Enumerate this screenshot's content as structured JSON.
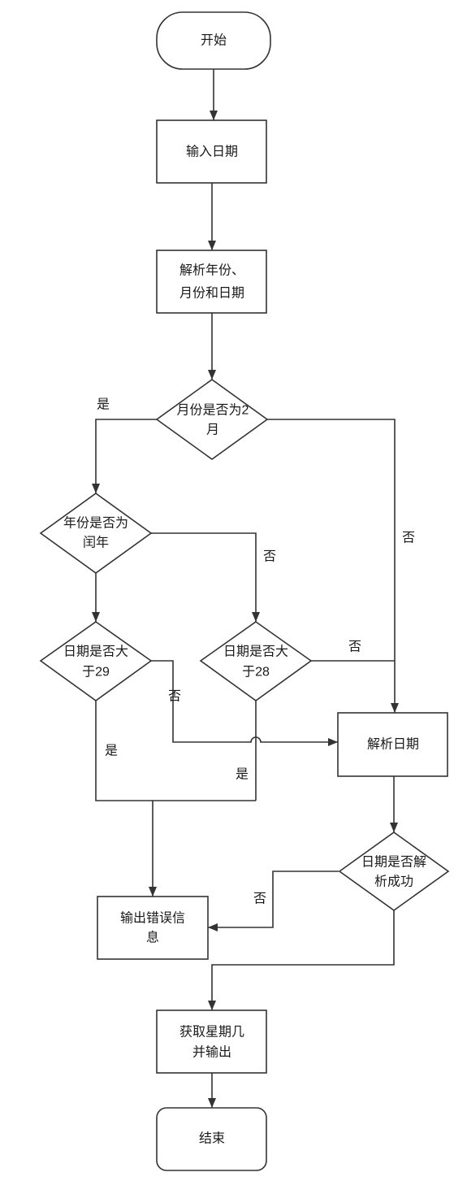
{
  "colors": {
    "line": "#333333",
    "box_fill": "#ffffff",
    "text": "#1a1a1a"
  },
  "nodes": {
    "start": "开始",
    "input_date": "输入日期",
    "parse_ymd": [
      "解析年份、",
      "月份和日期"
    ],
    "is_feb": [
      "月份是否为2",
      "月"
    ],
    "is_leap": [
      "年份是否为",
      "闰年"
    ],
    "gt29": [
      "日期是否大",
      "于29"
    ],
    "gt28": [
      "日期是否大",
      "于28"
    ],
    "parse_date": "解析日期",
    "parse_ok": [
      "日期是否解",
      "析成功"
    ],
    "output_error": [
      "输出错误信",
      "息"
    ],
    "get_weekday": [
      "获取星期几",
      "并输出"
    ],
    "end": "结束"
  },
  "edge_labels": {
    "is_feb_yes": "是",
    "is_feb_no": "否",
    "is_leap_no": "否",
    "gt28_no": "否",
    "gt29_no": "否",
    "gt29_yes": "是",
    "gt28_yes": "是",
    "parse_ok_no": "否"
  }
}
